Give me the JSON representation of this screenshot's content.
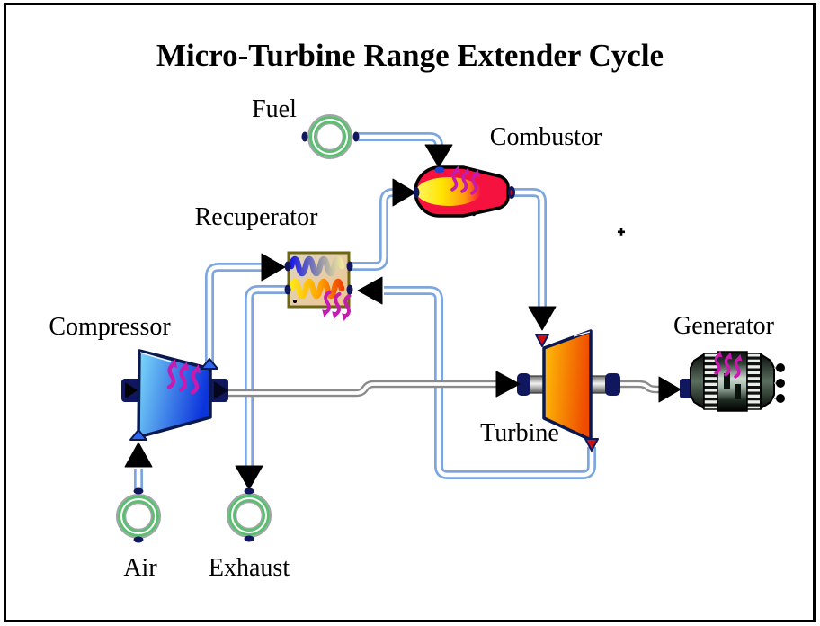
{
  "title": "Micro-Turbine Range Extender Cycle",
  "components": {
    "fuel": {
      "label": "Fuel"
    },
    "combustor": {
      "label": "Combustor"
    },
    "recuperator": {
      "label": "Recuperator"
    },
    "compressor": {
      "label": "Compressor"
    },
    "turbine": {
      "label": "Turbine"
    },
    "generator": {
      "label": "Generator"
    },
    "air": {
      "label": "Air"
    },
    "exhaust": {
      "label": "Exhaust"
    }
  },
  "colors": {
    "pipe": "#7EA6DE",
    "shaft": "#8A8A8A",
    "heat_marks": "#C71BAF",
    "source_ring_green": "#5BBE71",
    "compressor_gradient": [
      "#7CDCF8",
      "#0C34DC"
    ],
    "turbine_gradient": [
      "#FFC007",
      "#EE4A00"
    ],
    "combustor_body": "#F5123F",
    "flame": "#FFF200",
    "recuperator_border": "#6B660F",
    "recuperator_fill": "#DCD6C0",
    "port_navy": "#10175E",
    "arrow_black": "#000000"
  }
}
